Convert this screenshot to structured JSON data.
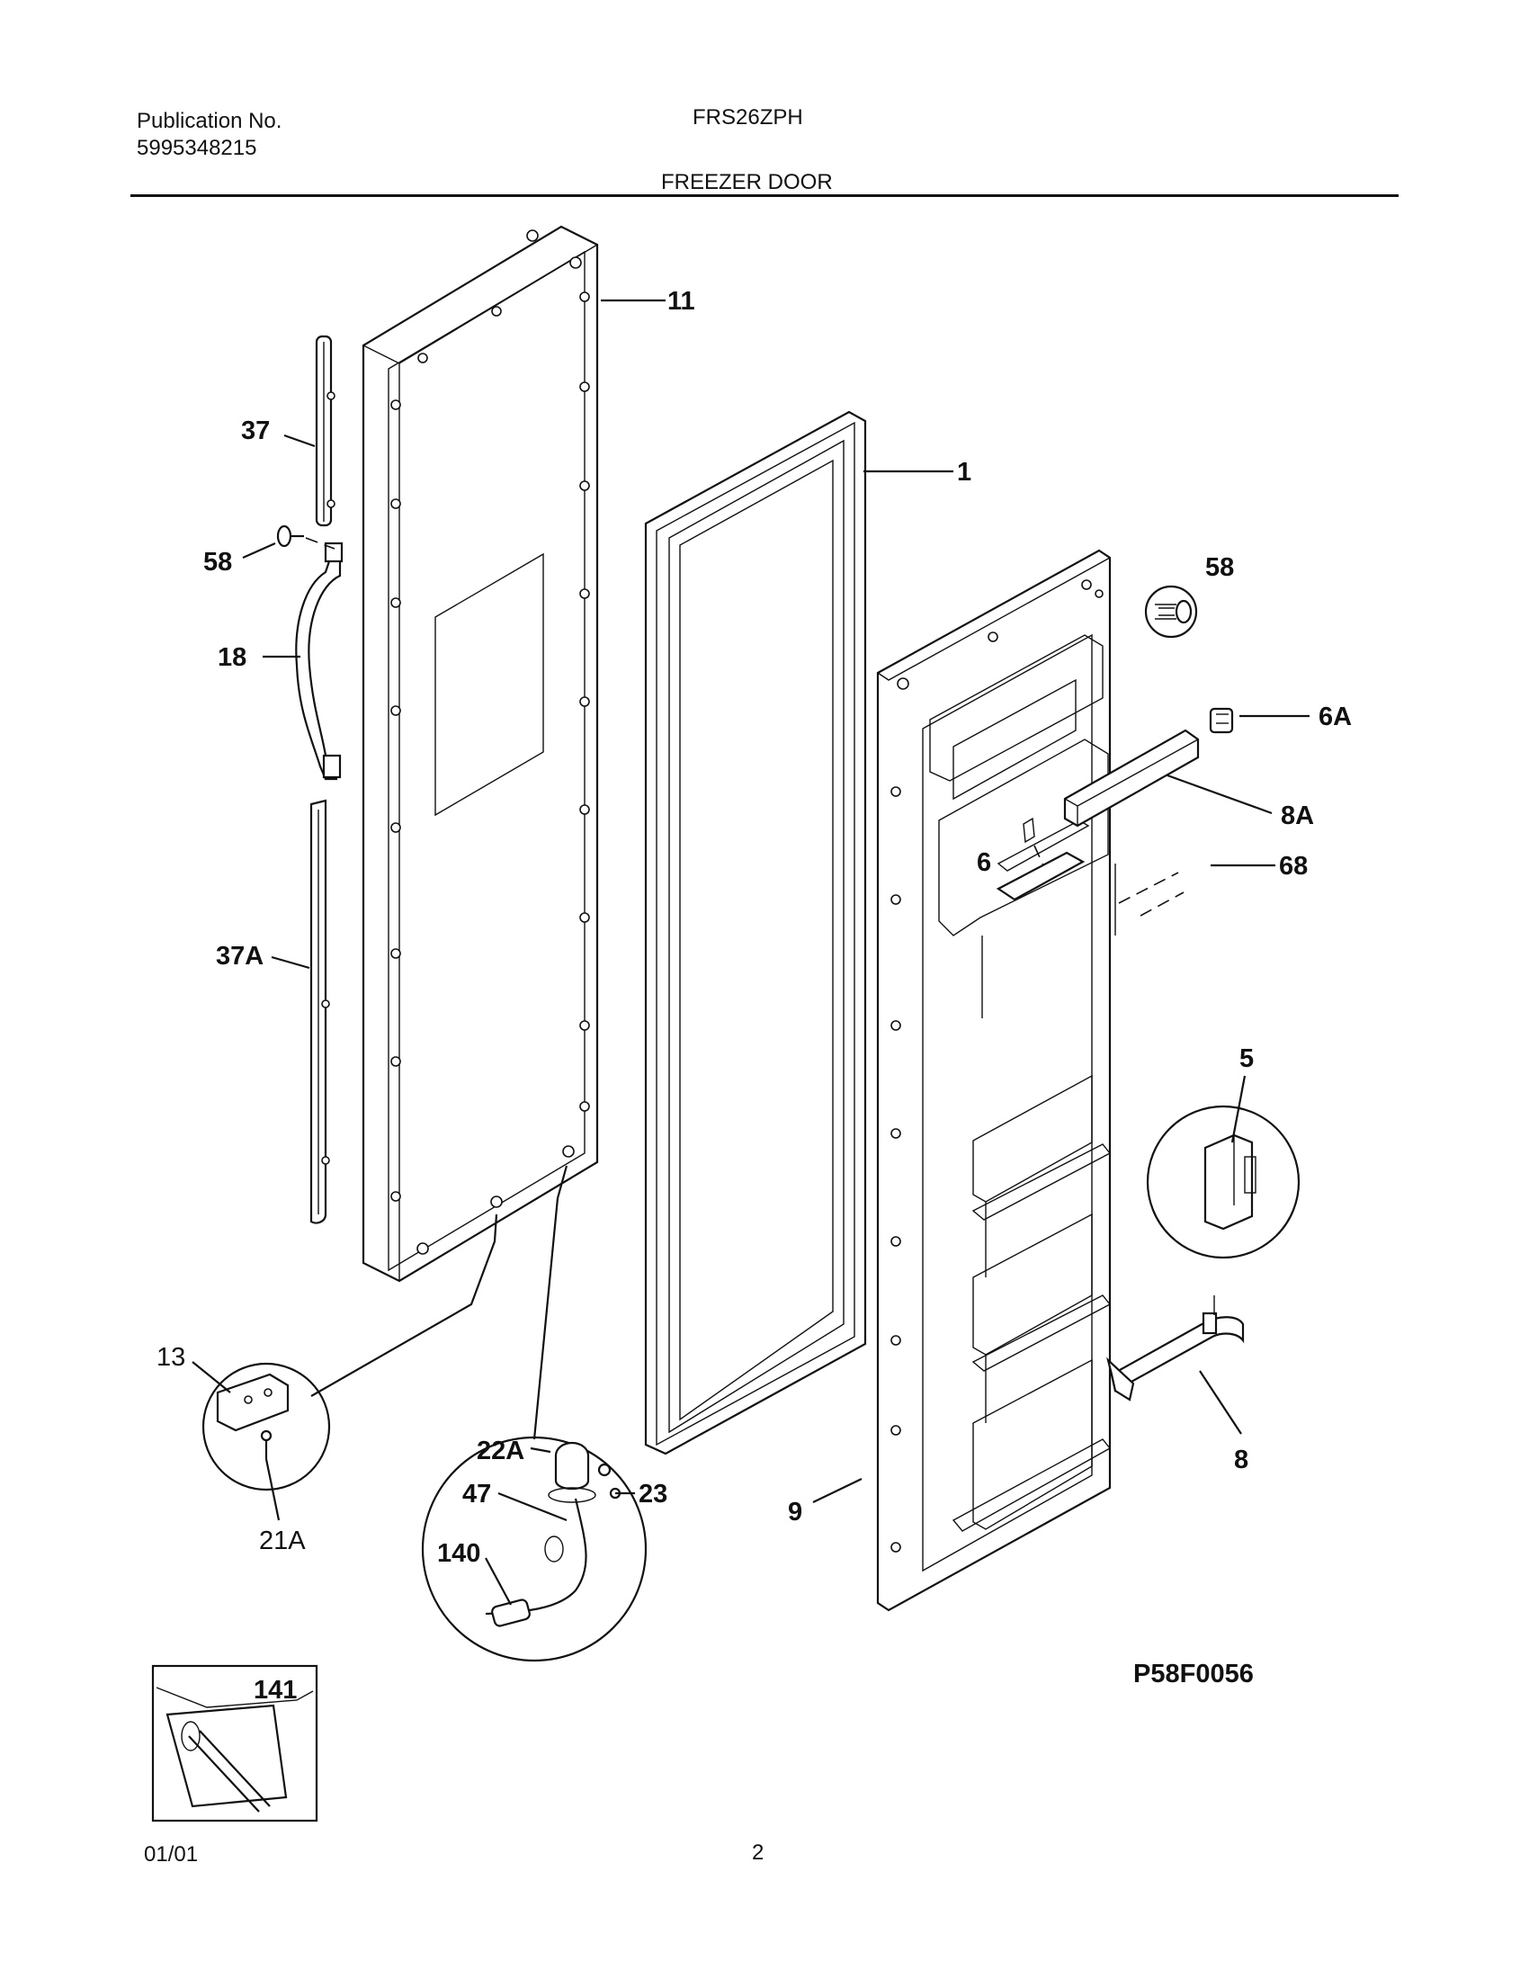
{
  "header": {
    "publication_label": "Publication No.",
    "publication_number": "5995348215",
    "model": "FRS26ZPH",
    "section_title": "FREEZER DOOR"
  },
  "callouts": {
    "c11": "11",
    "c1": "1",
    "c37": "37",
    "c58a": "58",
    "c18": "18",
    "c37a": "37A",
    "c58b": "58",
    "c6a": "6A",
    "c8a": "8A",
    "c6": "6",
    "c68": "68",
    "c5": "5",
    "c8": "8",
    "c9": "9",
    "c13": "13",
    "c21a": "21A",
    "c22a": "22A",
    "c23": "23",
    "c47": "47",
    "c140": "140",
    "c141": "141"
  },
  "drawing_id": "P58F0056",
  "footer": {
    "date": "01/01",
    "page": "2"
  }
}
